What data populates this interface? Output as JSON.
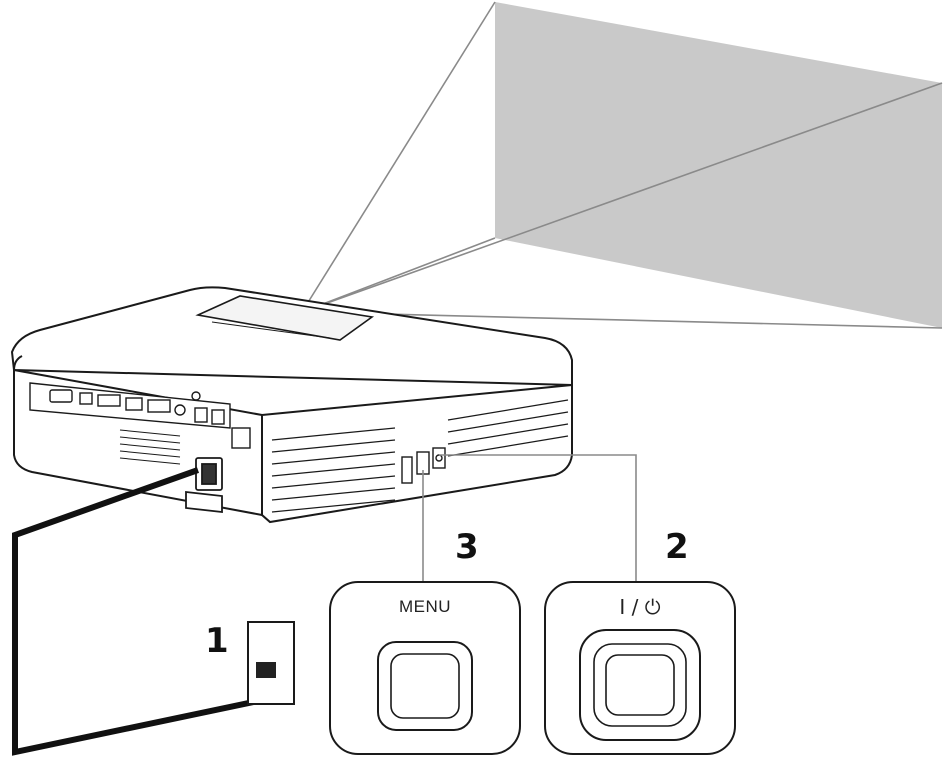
{
  "callouts": {
    "outlet_number": "1",
    "power_number": "2",
    "menu_number": "3"
  },
  "buttons": {
    "menu_label": "MENU",
    "power_label": "I / ⏻"
  },
  "colors": {
    "screen_fill": "#c9c9c9",
    "line": "#1a1a1a",
    "cable": "#111111",
    "light_line": "#8a8a8a"
  }
}
